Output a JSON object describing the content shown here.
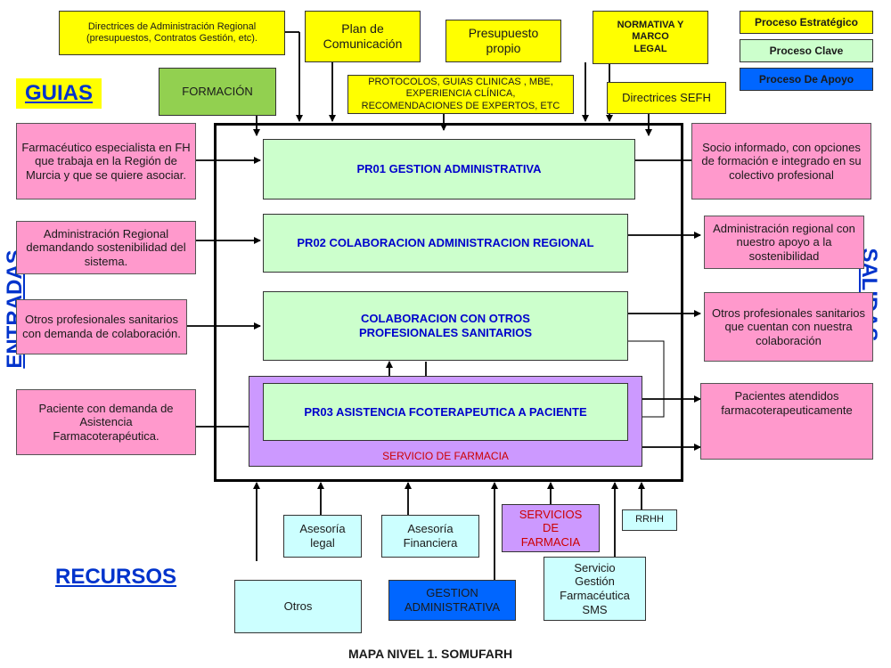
{
  "legend": {
    "estrategico": "Proceso Estratégico",
    "clave": "Proceso  Clave",
    "apoyo": "Proceso De Apoyo"
  },
  "headings": {
    "guias": "GUIAS",
    "entradas": "ENTRADAS",
    "salidas": "SALIDAS",
    "recursos": "RECURSOS"
  },
  "guias": {
    "directrices_admin": "Directrices de Administración Regional (presupuestos, Contratos Gestión, etc).",
    "plan_comunicacion": "Plan de Comunicación",
    "presupuesto": "Presupuesto propio",
    "normativa": "NORMATIVA Y MARCO LEGAL",
    "formacion": "FORMACIÓN",
    "protocolos": "PROTOCOLOS, GUIAS CLINICAS , MBE, EXPERIENCIA CLÍNICA, RECOMENDACIONES DE EXPERTOS, ETC",
    "sefh": "Directrices SEFH"
  },
  "entradas": [
    "Farmacéutico especialista en FH que trabaja en la Región de Murcia  y que se quiere asociar.",
    "Administración Regional demandando sostenibilidad del sistema.",
    "Otros profesionales sanitarios con demanda de colaboración.",
    "Paciente con demanda de Asistencia Farmacoterapéutica."
  ],
  "procesos": {
    "pr01": "PR01  GESTION ADMINISTRATIVA",
    "pr02": "PR02  COLABORACION ADMINISTRACION REGIONAL",
    "colab_line1": "COLABORACION CON OTROS",
    "colab_line2": "PROFESIONALES SANITARIOS",
    "pr03": "PR03  ASISTENCIA FCOTERAPEUTICA A PACIENTE",
    "servicio_farmacia": "SERVICIO DE FARMACIA"
  },
  "salidas": [
    "Socio informado, con opciones de formación e integrado en su colectivo profesional",
    "Administración regional con nuestro apoyo a la sostenibilidad",
    "Otros profesionales sanitarios que cuentan con nuestra colaboración",
    "Pacientes atendidos farmacoterapeuticamente"
  ],
  "recursos": {
    "asesoria_legal": "Asesoría legal",
    "asesoria_financiera": "Asesoría Financiera",
    "servicios_farmacia": "SERVICIOS DE FARMACIA",
    "rrhh": "RRHH",
    "otros": "Otros",
    "gestion_admin": "GESTION ADMINISTRATIVA",
    "servicio_gestion": "Servicio Gestión Farmacéutica SMS"
  },
  "caption": "MAPA NIVEL 1. SOMUFARH",
  "colors": {
    "estrategico": "#ffff00",
    "clave": "#ccffcc",
    "apoyo": "#0066ff",
    "pink": "#ff99cc",
    "recurso": "#ccffff",
    "farmacia": "#cc99ff"
  }
}
